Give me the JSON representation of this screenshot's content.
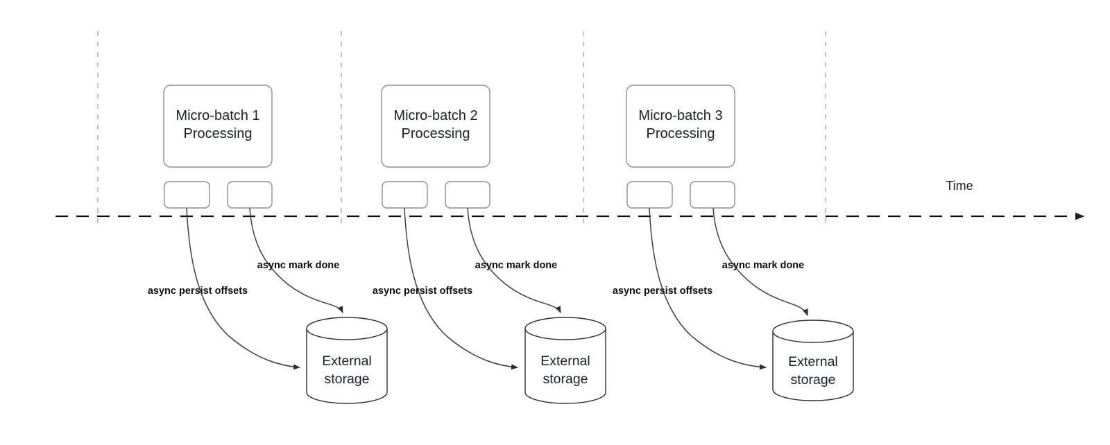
{
  "diagram": {
    "title_text": "",
    "colors": {
      "background": "#ffffff",
      "box_stroke": "#8a8e95",
      "cylinder_stroke": "#2a2e36",
      "arrow": "#3c4049",
      "axis": "#0c0d10",
      "tick": "#b9bbbf",
      "text": "#1b1f26"
    },
    "timeline": {
      "axis_label": "Time",
      "style": "dashed-arrow-right"
    },
    "groups": [
      {
        "id": "group-1",
        "batch_label_line1": "Micro-batch 1",
        "batch_label_line2": "Processing",
        "mini_boxes": [
          "",
          ""
        ],
        "edge_labels": {
          "persist": "async persist offsets",
          "mark_done": "async mark done"
        },
        "storage_label_line1": "External",
        "storage_label_line2": "storage"
      },
      {
        "id": "group-2",
        "batch_label_line1": "Micro-batch 2",
        "batch_label_line2": "Processing",
        "mini_boxes": [
          "",
          ""
        ],
        "edge_labels": {
          "persist": "async persist offsets",
          "mark_done": "async mark done"
        },
        "storage_label_line1": "External",
        "storage_label_line2": "storage"
      },
      {
        "id": "group-3",
        "batch_label_line1": "Micro-batch 3",
        "batch_label_line2": "Processing",
        "mini_boxes": [
          "",
          ""
        ],
        "edge_labels": {
          "persist": "async persist offsets",
          "mark_done": "async mark done"
        },
        "storage_label_line1": "External",
        "storage_label_line2": "storage"
      }
    ]
  }
}
